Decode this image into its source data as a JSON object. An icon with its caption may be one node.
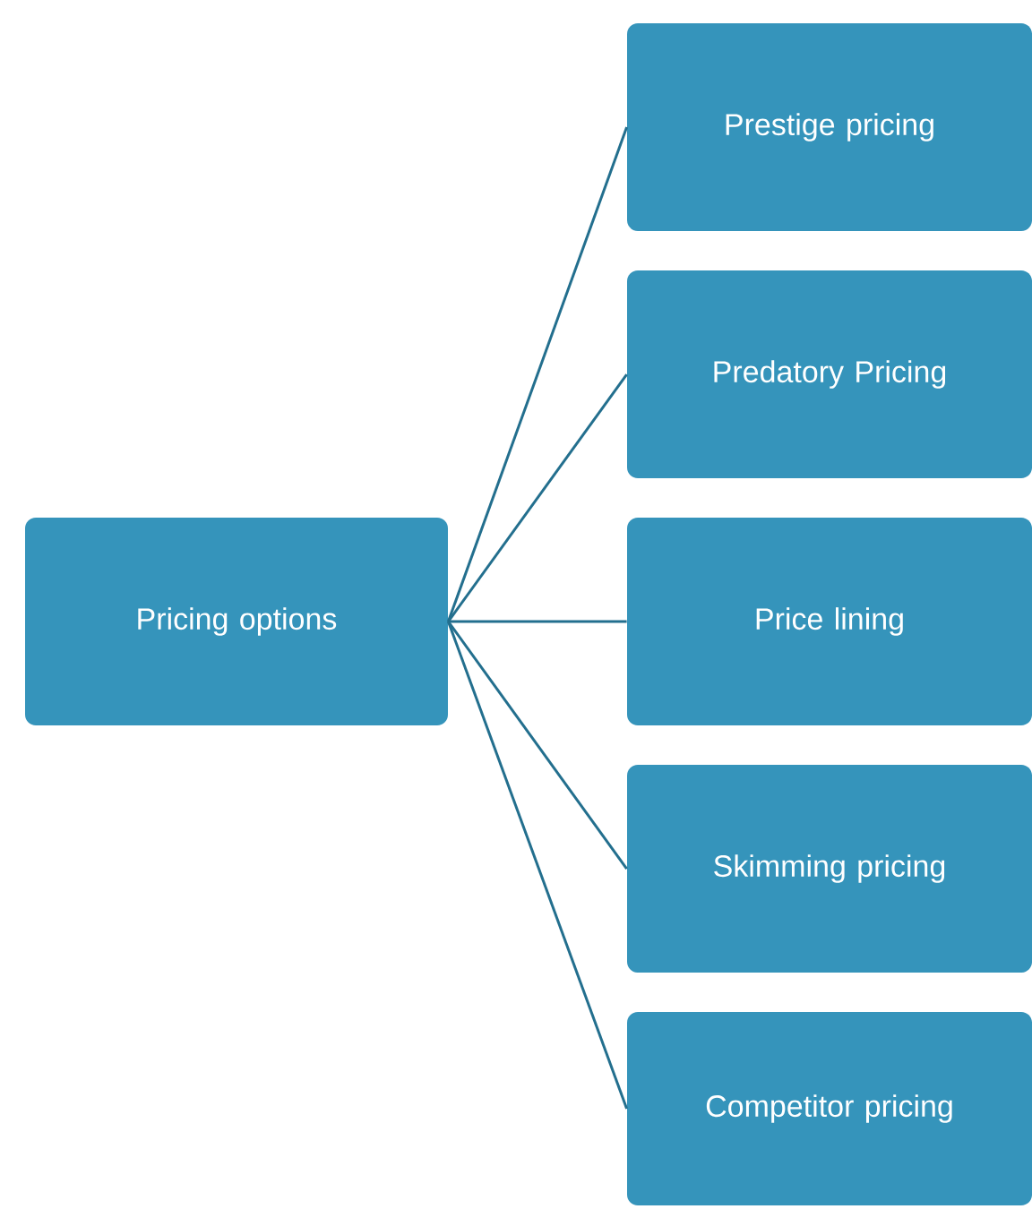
{
  "diagram": {
    "nodes": [
      {
        "text": [
          "Pricing options"
        ]
      },
      {
        "text": [
          "Prestige pricing"
        ]
      },
      {
        "text": [
          "Predatory Pricing"
        ]
      },
      {
        "text": [
          "Price lining"
        ]
      },
      {
        "text": [
          "Skimming pricing"
        ]
      },
      {
        "text": [
          "Competitor pricing"
        ]
      }
    ],
    "edges": [
      {
        "from": 0,
        "to": 1,
        "arrow": "none"
      },
      {
        "from": 0,
        "to": 2,
        "arrow": "none"
      },
      {
        "from": 0,
        "to": 3,
        "arrow": "none"
      },
      {
        "from": 0,
        "to": 4,
        "arrow": "none"
      },
      {
        "from": 0,
        "to": 5,
        "arrow": "none"
      }
    ]
  }
}
